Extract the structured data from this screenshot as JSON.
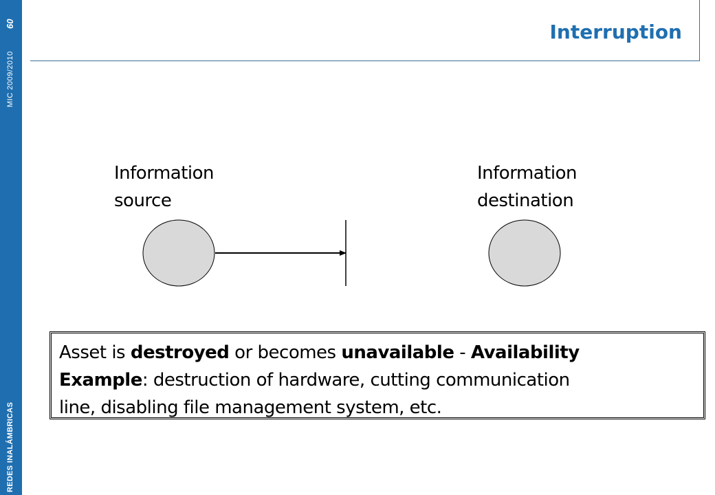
{
  "sidebar": {
    "brand": "REDES INALÁMBRICAS",
    "course": "MIC 2009/2010",
    "slide_number": "60",
    "color": "#1f6fb0"
  },
  "header": {
    "title": "Interruption",
    "title_color": "#1f6fb0"
  },
  "diagram": {
    "source_label": [
      "Information",
      "source"
    ],
    "destination_label": [
      "Information",
      "destination"
    ],
    "node_fill": "#d9d9d9",
    "connection": "interrupted"
  },
  "description": {
    "line1": {
      "t1": "Asset is ",
      "b1": "destroyed",
      "t2": " or becomes ",
      "b2": "unavailable",
      "t3": " - ",
      "b3": "Availability"
    },
    "line2": {
      "b1": "Example",
      "t1": ": destruction of hardware, cutting communication"
    },
    "line3": {
      "t1": "line, disabling file management system, etc."
    }
  }
}
